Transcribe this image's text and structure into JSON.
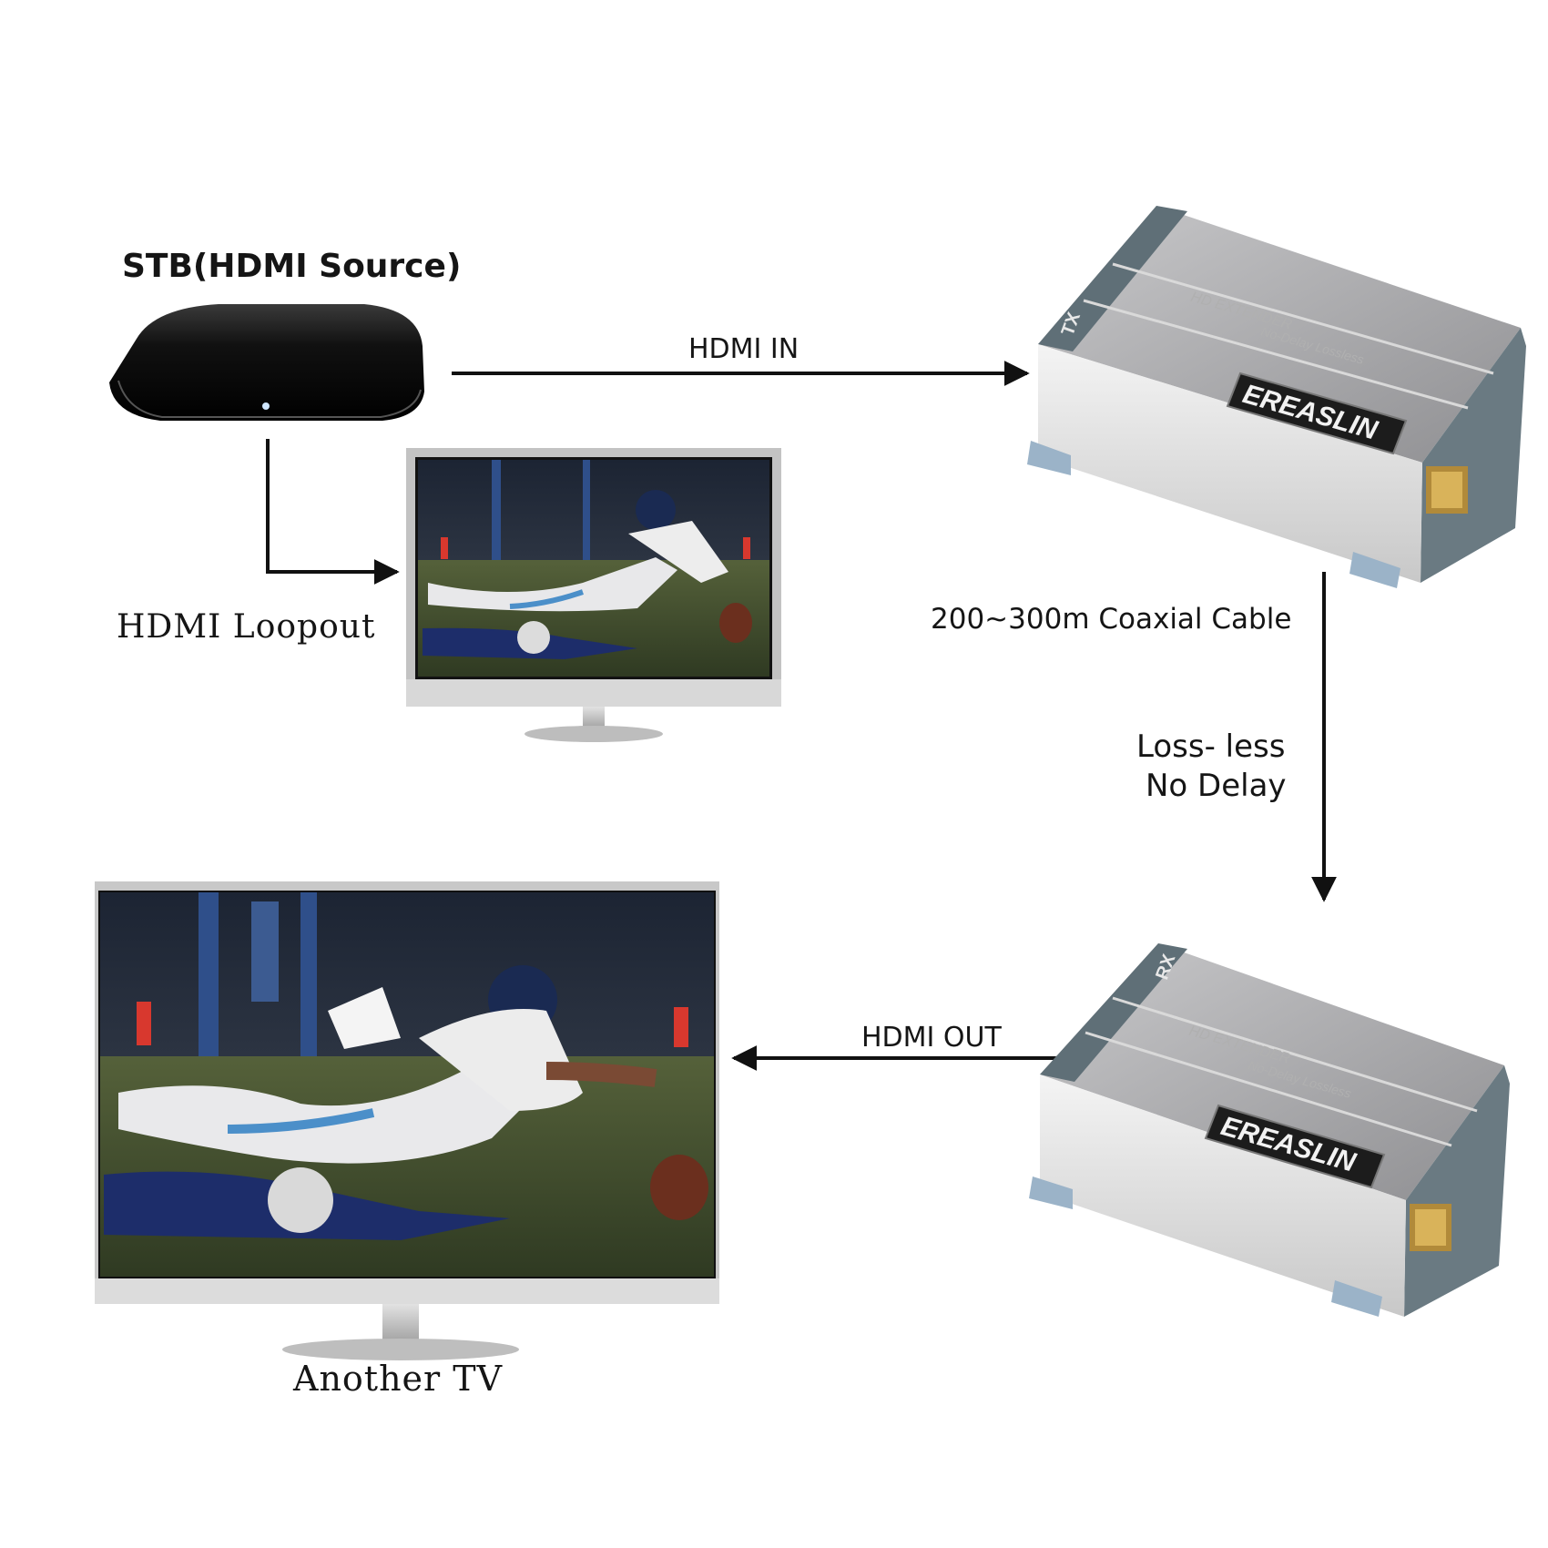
{
  "labels": {
    "stb_title": "STB(HDMI Source)",
    "hdmi_in": "HDMI IN",
    "hdmi_loopout": "HDMI Loopout",
    "coax_cable": "200~300m Coaxial Cable",
    "lossless": "Loss- less",
    "no_delay": "No Delay",
    "hdmi_out": "HDMI OUT",
    "another_tv": "Another TV"
  },
  "device": {
    "brand": "EREASLIN",
    "line1": "HD EXTENDER",
    "line2": "No-Delay Lossless",
    "tx_mark": "TX",
    "rx_mark": "RX"
  },
  "colors": {
    "arrow": "#111111",
    "device_body": "#a9a9ab",
    "device_end": "#64737a",
    "stb_body": "#0d0d0d",
    "field": "#3d4a2a"
  }
}
